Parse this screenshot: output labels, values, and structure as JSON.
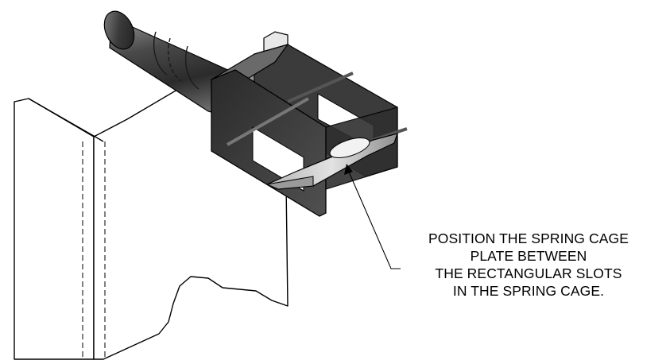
{
  "colors": {
    "line": "#000000",
    "background": "#ffffff",
    "metal_dark": "#2b2b2b",
    "metal_mid": "#5a5a5a",
    "metal_light": "#9a9a9a",
    "highlight": "#d8d8d8"
  },
  "callout": {
    "lines": [
      "POSITION THE SPRING CAGE",
      "PLATE BETWEEN",
      "THE RECTANGULAR SLOTS",
      "IN THE SPRING CAGE."
    ]
  }
}
